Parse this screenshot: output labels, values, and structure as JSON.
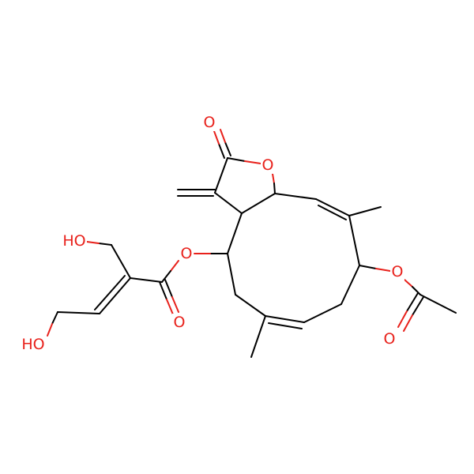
{
  "colors": {
    "background": "#ffffff",
    "bond": "#000000",
    "oxygen": "#e8211b"
  },
  "labels": {
    "carbonyl_o_lactone": "O",
    "ring_o_lactone": "O",
    "hydroxy_upper": "HO",
    "ester_o": "O",
    "acetate_o": "O",
    "ester_carbonyl_o": "O",
    "acetate_carbonyl_o": "O",
    "hydroxy_lower": "HO"
  }
}
